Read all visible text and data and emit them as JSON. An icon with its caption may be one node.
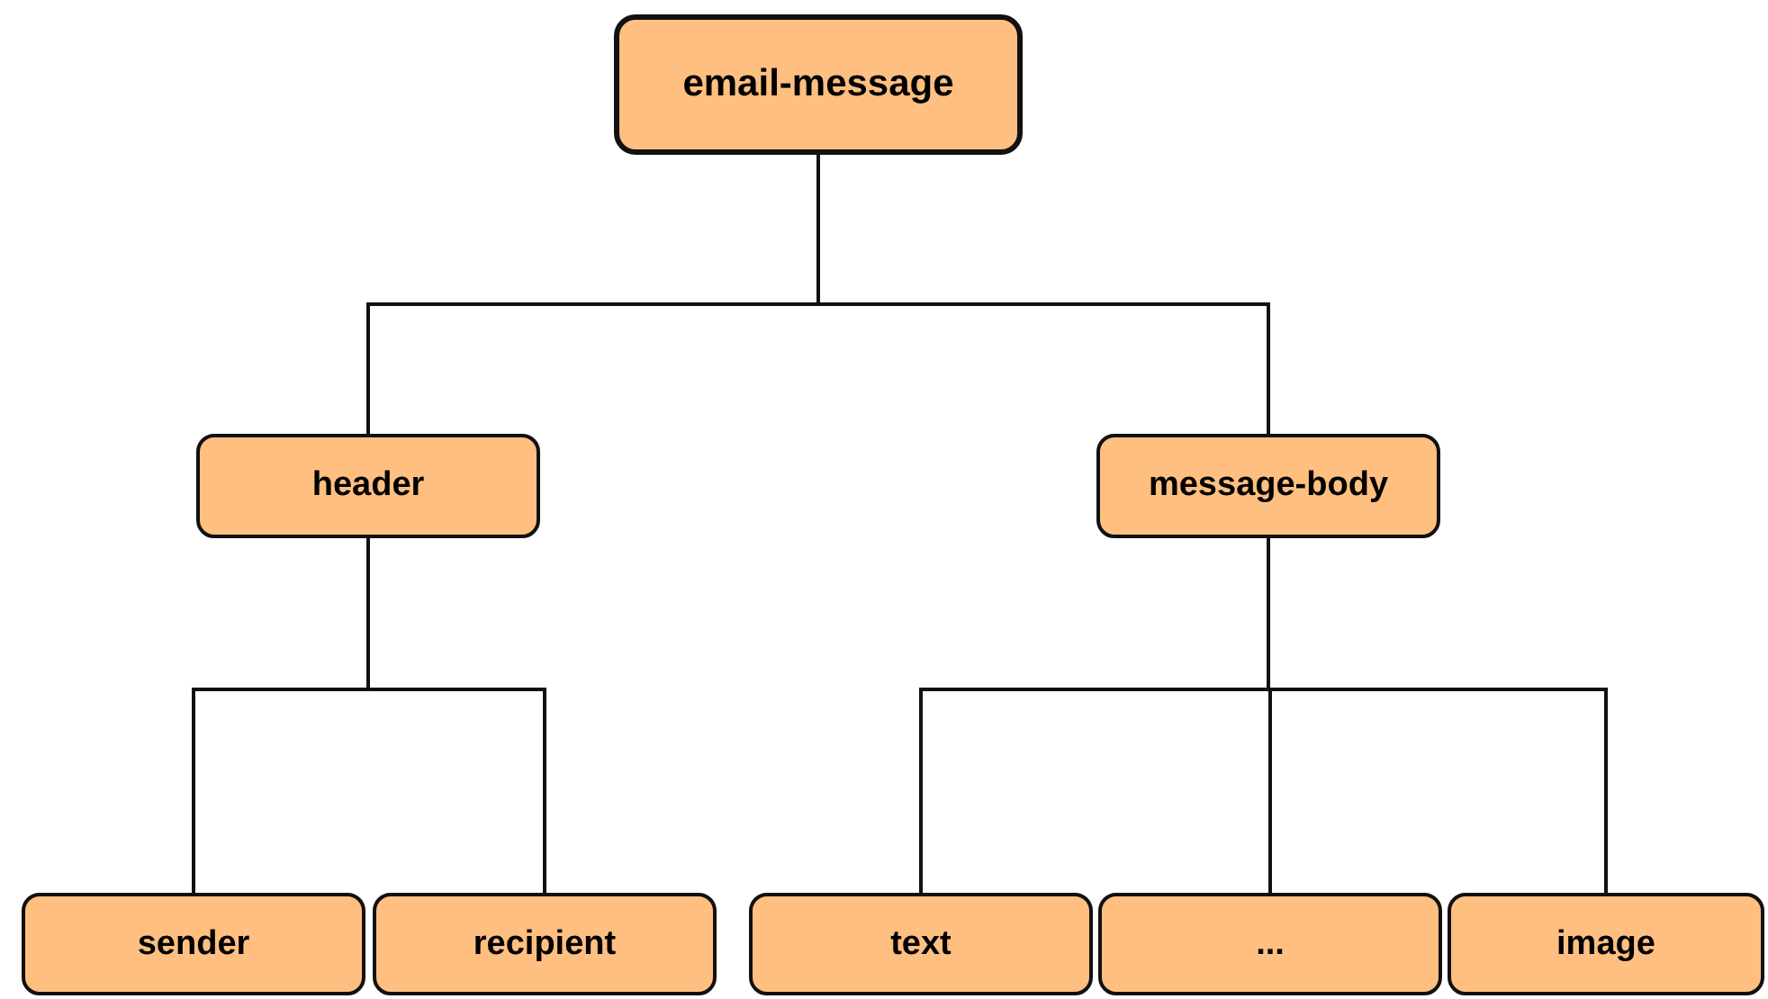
{
  "diagram": {
    "nodes": [
      {
        "text": [
          "email-message"
        ]
      },
      {
        "text": [
          "header"
        ]
      },
      {
        "text": [
          "message-body"
        ]
      },
      {
        "text": [
          "sender"
        ]
      },
      {
        "text": [
          "recipient"
        ]
      },
      {
        "text": [
          "text"
        ]
      },
      {
        "text": [
          "..."
        ]
      },
      {
        "text": [
          "image"
        ]
      }
    ],
    "edges": [
      {
        "from": 0,
        "to": 1,
        "arrow": "none"
      },
      {
        "from": 0,
        "to": 2,
        "arrow": "none"
      },
      {
        "from": 1,
        "to": 3,
        "arrow": "none"
      },
      {
        "from": 1,
        "to": 4,
        "arrow": "none"
      },
      {
        "from": 2,
        "to": 5,
        "arrow": "none"
      },
      {
        "from": 2,
        "to": 6,
        "arrow": "none"
      },
      {
        "from": 2,
        "to": 7,
        "arrow": "none"
      }
    ]
  }
}
